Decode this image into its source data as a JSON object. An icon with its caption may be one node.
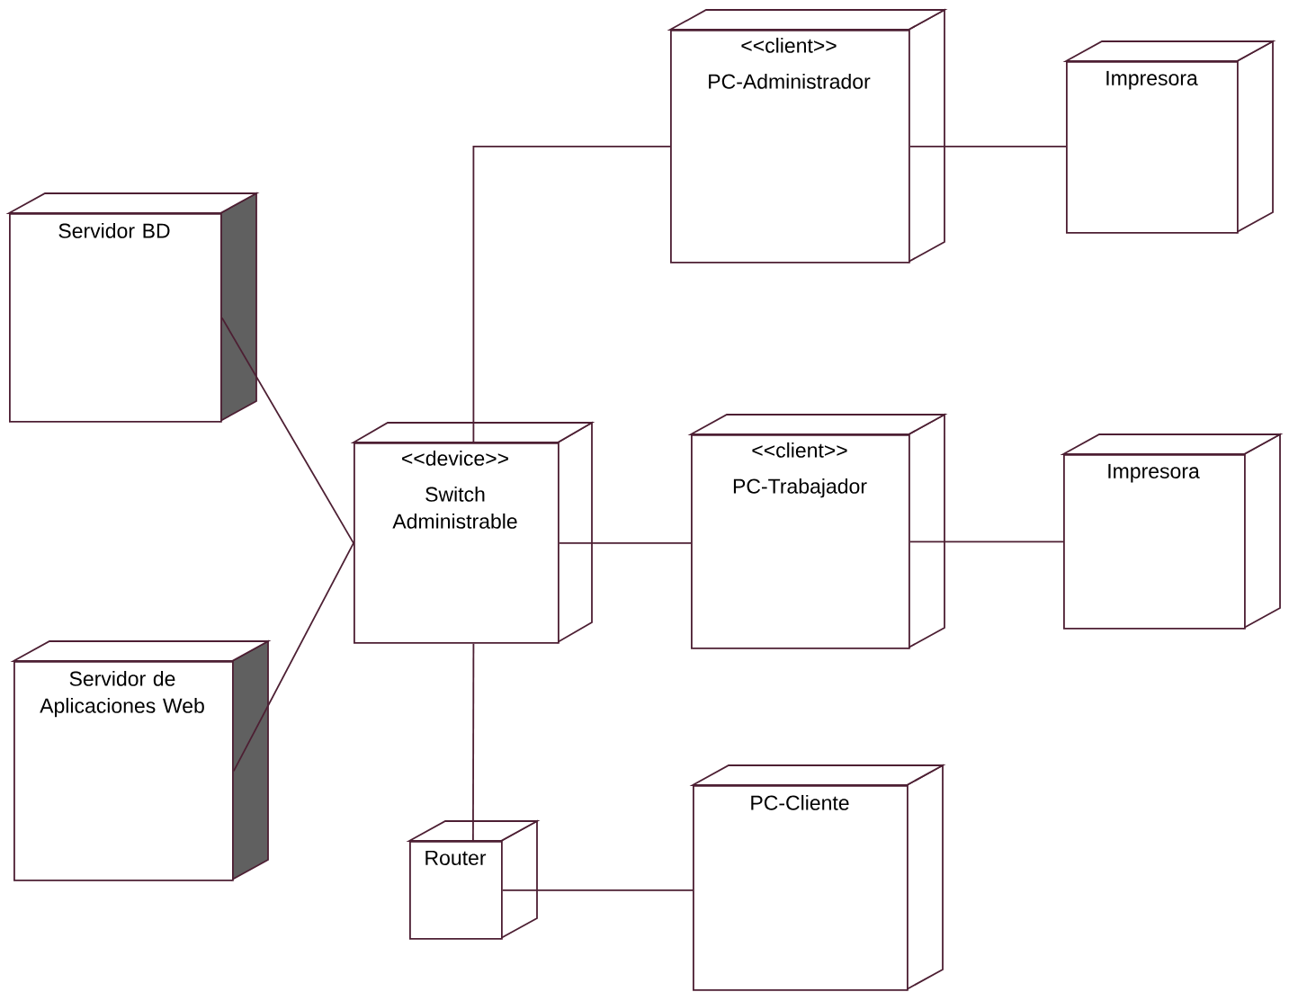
{
  "diagram": {
    "nodes": [
      {
        "text": [
          "Servidor BD"
        ]
      },
      {
        "text": [
          "Servidor de Aplicaciones Web"
        ]
      },
      {
        "text": [
          "<<device>>",
          "Switch Administrable"
        ]
      },
      {
        "text": [
          "<<client>>",
          "PC-Administrador"
        ]
      },
      {
        "text": [
          "Impresora"
        ]
      },
      {
        "text": [
          "<<client>>",
          "PC-Trabajador"
        ]
      },
      {
        "text": [
          "Impresora"
        ]
      },
      {
        "text": [
          "Router"
        ]
      },
      {
        "text": [
          "PC-Cliente"
        ]
      }
    ],
    "edges": [
      {
        "from": 0,
        "to": 2,
        "arrow": "none"
      },
      {
        "from": 1,
        "to": 2,
        "arrow": "none"
      },
      {
        "from": 2,
        "to": 3,
        "arrow": "none"
      },
      {
        "from": 3,
        "to": 4,
        "arrow": "none"
      },
      {
        "from": 2,
        "to": 5,
        "arrow": "none"
      },
      {
        "from": 5,
        "to": 6,
        "arrow": "none"
      },
      {
        "from": 2,
        "to": 7,
        "arrow": "none"
      },
      {
        "from": 7,
        "to": 8,
        "arrow": "none"
      }
    ]
  }
}
